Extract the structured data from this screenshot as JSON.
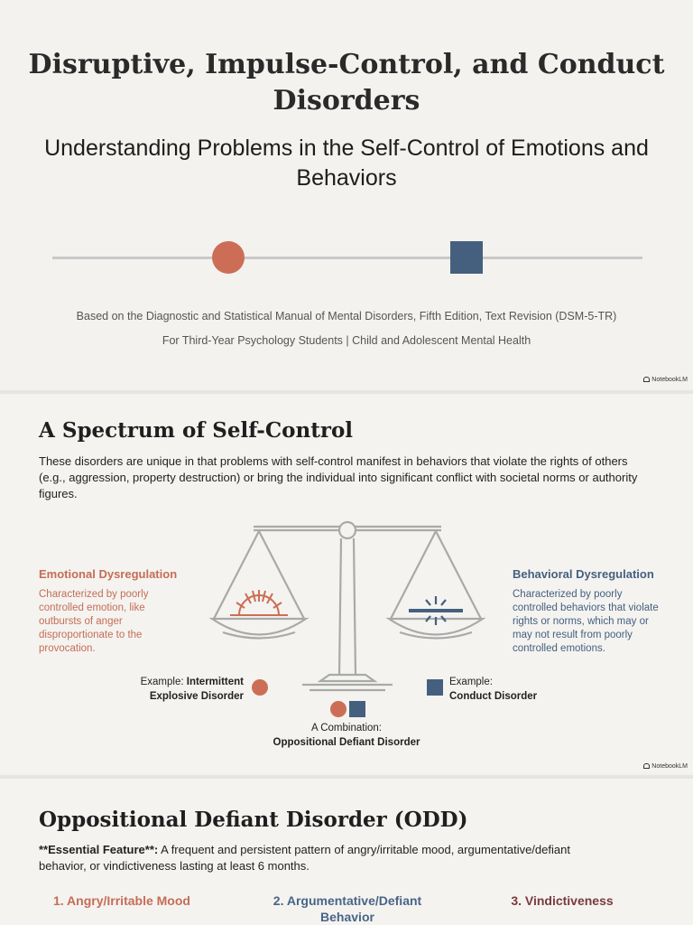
{
  "slide1": {
    "title": "Disruptive, Impulse-Control, and Conduct Disorders",
    "subtitle": "Understanding Problems in the Self-Control of Emotions and Behaviors",
    "source_line": "Based on the Diagnostic and Statistical Manual of Mental Disorders, Fifth Edition, Text Revision (DSM-5-TR)",
    "audience_line": "For Third-Year Psychology Students | Child and Adolescent Mental Health",
    "badge": "NotebookLM"
  },
  "slide2": {
    "heading": "A Spectrum of Self-Control",
    "intro": "These disorders are unique in that problems with self-control manifest in behaviors that violate the rights of others (e.g., aggression, property destruction) or bring the individual into significant conflict with societal norms or authority figures.",
    "left": {
      "title": "Emotional Dysregulation",
      "text": "Characterized by poorly controlled emotion, like outbursts of anger disproportionate to the provocation.",
      "example_prefix": "Example:",
      "example_name_1": "Intermittent",
      "example_name_2": "Explosive Disorder"
    },
    "right": {
      "title": "Behavioral Dysregulation",
      "text": "Characterized by poorly controlled behaviors that violate rights or norms, which may or may not result from poorly controlled emotions.",
      "example_prefix": "Example:",
      "example_name": "Conduct Disorder"
    },
    "combo_prefix": "A Combination:",
    "combo_name": "Oppositional Defiant Disorder",
    "badge": "NotebookLM",
    "colors": {
      "emotion": "#cc6e56",
      "behavior": "#45607f"
    }
  },
  "slide3": {
    "heading": "Oppositional Defiant Disorder (ODD)",
    "feature_label": "**Essential Feature**:",
    "feature_text": " A frequent and persistent pattern of angry/irritable mood, argumentative/defiant behavior, or vindictiveness lasting at least 6 months.",
    "columns": [
      {
        "label": "1. Angry/Irritable Mood",
        "color": "#c56d55"
      },
      {
        "label": "2. Argumentative/Defiant Behavior",
        "color": "#4a6487"
      },
      {
        "label": "3. Vindictiveness",
        "color": "#7a3a3c"
      }
    ]
  }
}
